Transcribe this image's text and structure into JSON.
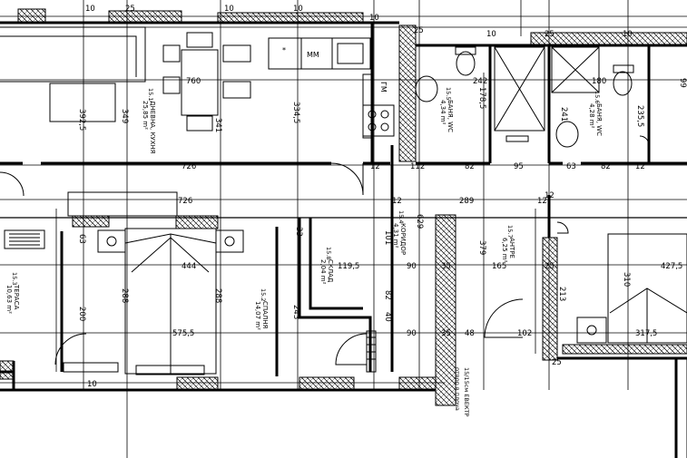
{
  "rooms": [
    {
      "code": "15.1",
      "name": "ДНЕВНА, КУХНЯ",
      "area": "25,85 m²"
    },
    {
      "code": "15.2",
      "name": "СПАЛНЯ",
      "area": "14,07 m²"
    },
    {
      "code": "15.3",
      "name": "ТЕРАСА",
      "area": "10,63 m²"
    },
    {
      "code": "15.4",
      "name": "КОРИДОР",
      "area": "4,31 m²"
    },
    {
      "code": "15.5",
      "name": "БАНЯ, WC",
      "area": "4,34 m²"
    },
    {
      "code": "15.6",
      "name": "БАНЯ, WC",
      "area": "4,28 m²"
    },
    {
      "code": "15.7",
      "name": "АНТРЕ",
      "area": "6,25 m²"
    },
    {
      "code": "15.8",
      "name": "СКЛАД",
      "area": "2,04 m²"
    }
  ],
  "appliances": {
    "fridge_mark": "*",
    "washer": "ММ",
    "stove": "ГМ"
  },
  "notes": {
    "shaft": "отвор в плоча",
    "electrical": "15/15см ЕВЕКТР"
  },
  "dims_h": [
    "760",
    "242",
    "180",
    "726",
    "112",
    "82",
    "95",
    "63",
    "82",
    "726",
    "289",
    "444",
    "119,5",
    "90",
    "35",
    "165",
    "427,5",
    "575,5",
    "90",
    "35",
    "102",
    "317,5",
    "48",
    "12",
    "12",
    "12",
    "12",
    "10",
    "25",
    "10",
    "10",
    "10",
    "25",
    "10",
    "25",
    "10",
    "25"
  ],
  "dims_v": [
    "392,5",
    "349",
    "341",
    "334,5",
    "241",
    "235,5",
    "178,5",
    "379",
    "310",
    "288",
    "288",
    "243",
    "200",
    "213",
    "63",
    "629",
    "101",
    "82",
    "33",
    "40"
  ],
  "extra": {
    "v99": "99",
    "v12": "12",
    "v25": "25",
    "v10": "10"
  }
}
